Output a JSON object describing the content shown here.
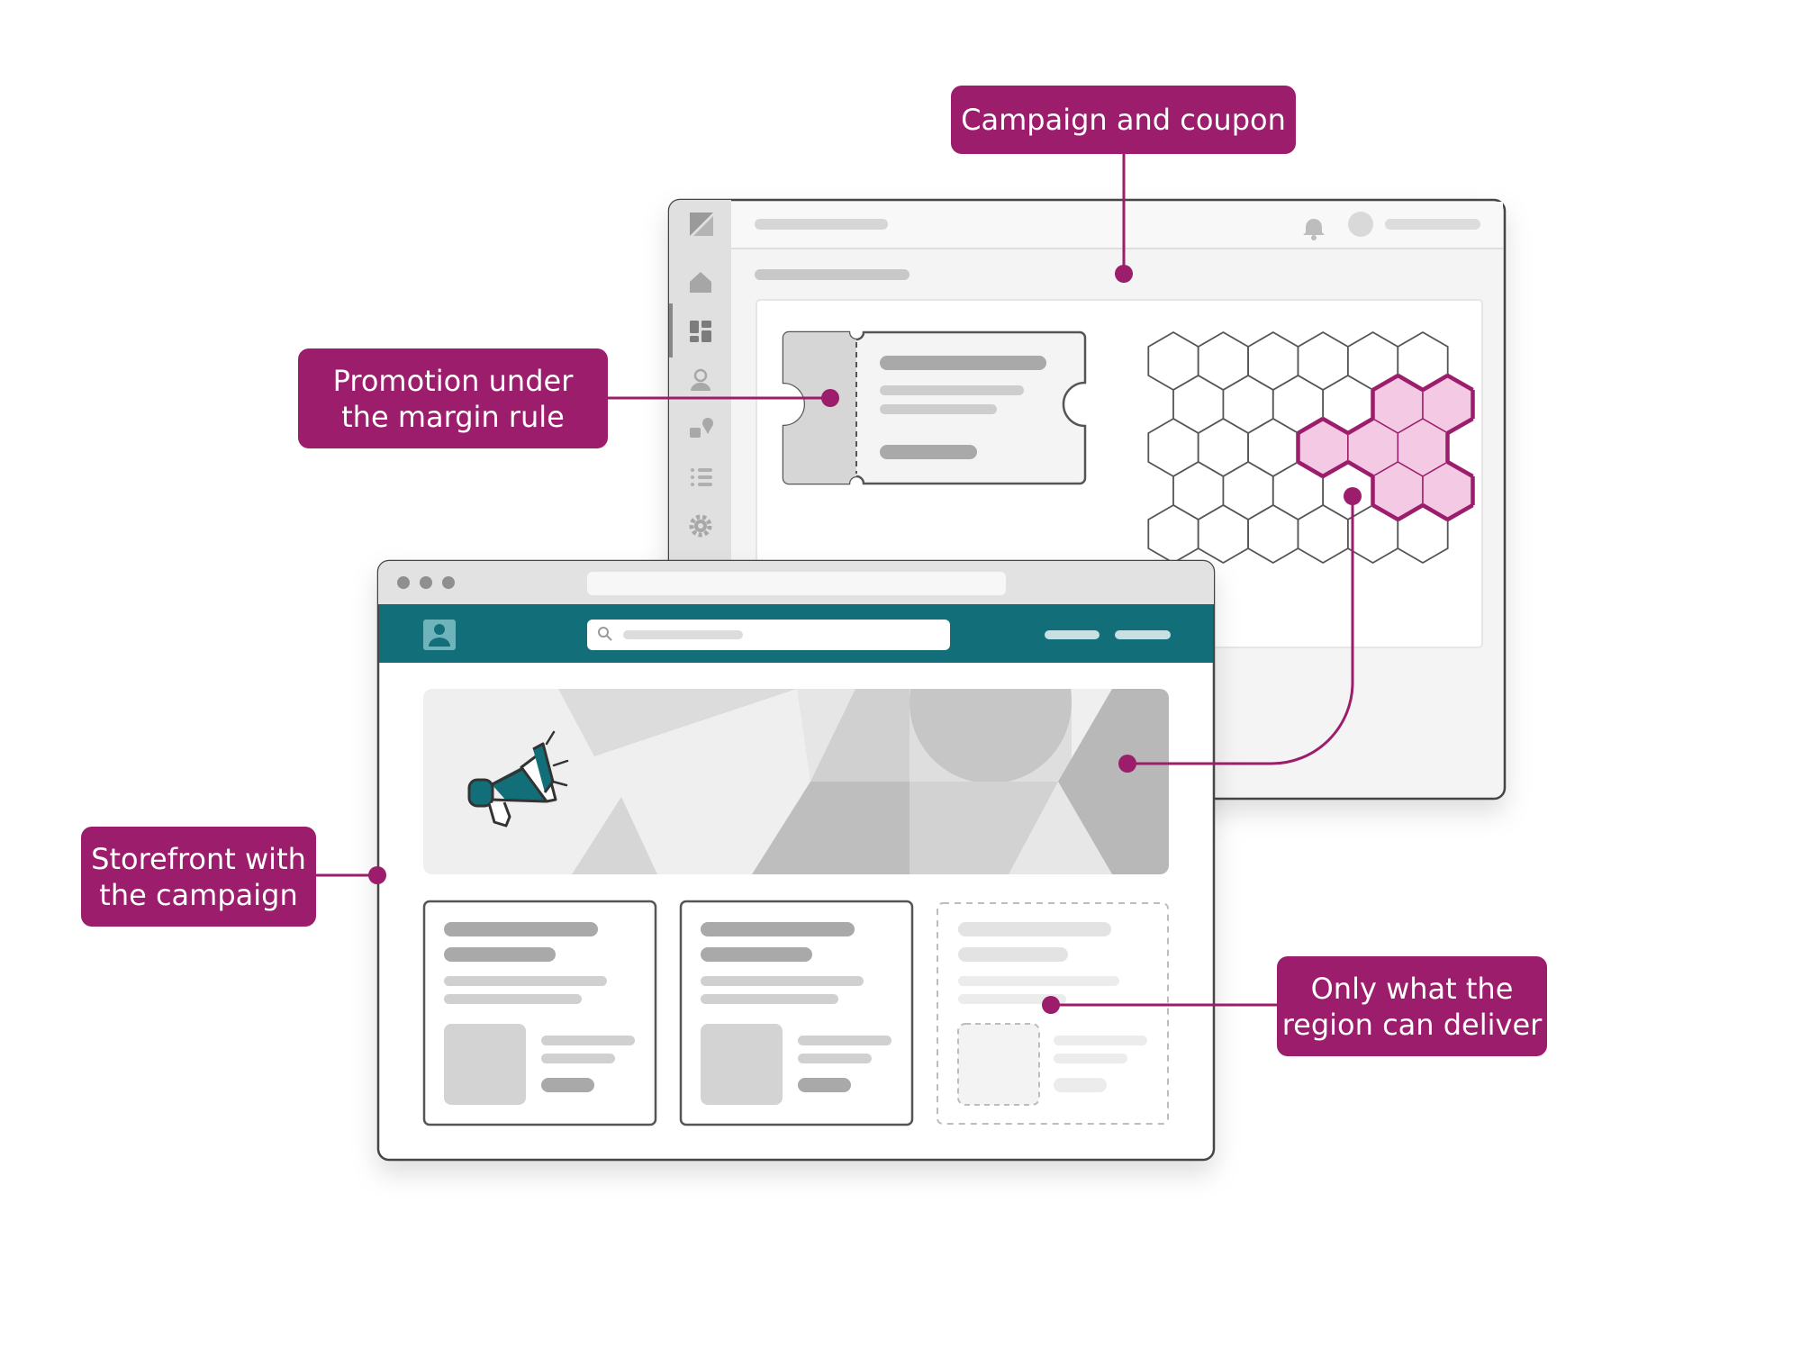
{
  "diagram": {
    "accent_color": "#9b1d6b",
    "storefront_header_color": "#126f7a",
    "hex_highlight_fill": "#f3c9e4",
    "callouts": {
      "campaign_coupon": "Campaign and coupon",
      "promotion": [
        "Promotion under",
        "the margin rule"
      ],
      "storefront": [
        "Storefront with",
        "the campaign"
      ],
      "region": [
        "Only what the",
        "region can deliver"
      ]
    },
    "admin_sidebar_icons": [
      "logo-icon",
      "home-icon",
      "dashboard-icon",
      "user-icon",
      "map-pin-icon",
      "list-icon",
      "gear-icon"
    ],
    "admin_header_icons": [
      "bell-icon",
      "avatar"
    ],
    "storefront_icons": [
      "store-logo-icon",
      "search-icon",
      "megaphone-icon"
    ]
  }
}
